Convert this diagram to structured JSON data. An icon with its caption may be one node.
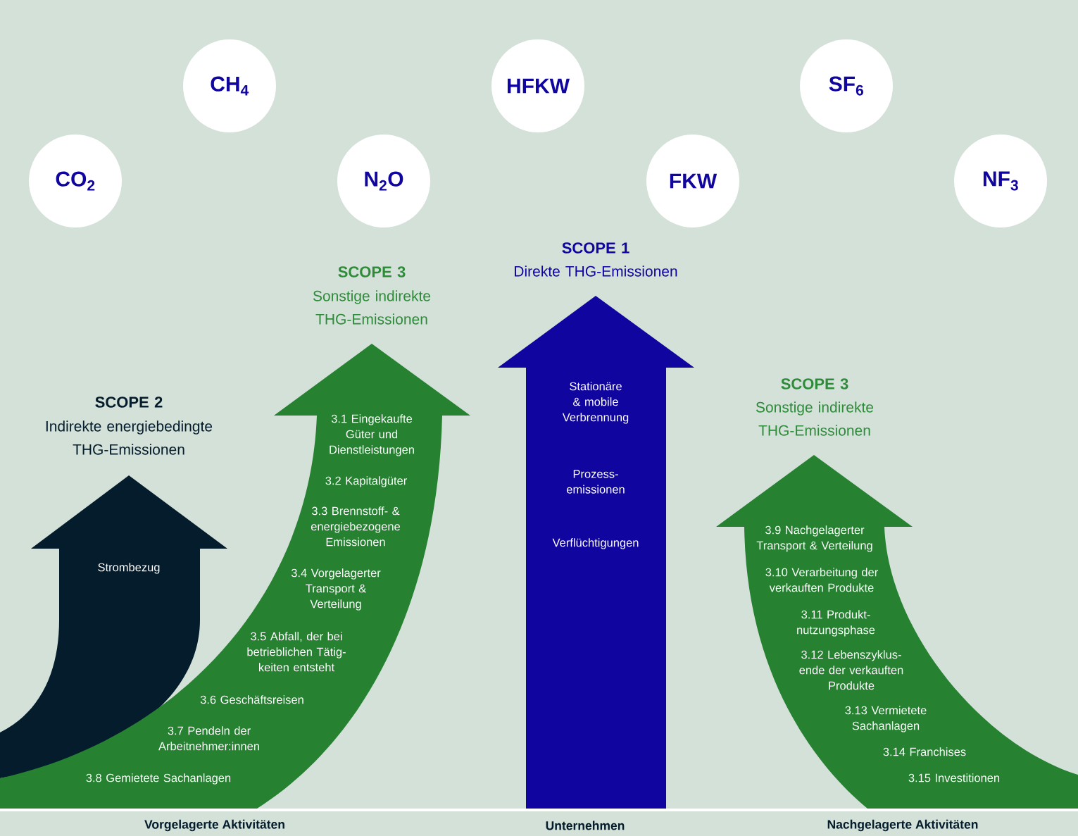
{
  "diagram": {
    "nodes": [
      {
        "text": [
          "CH$_{4}$"
        ]
      },
      {
        "text": [
          "HFKW"
        ]
      },
      {
        "text": [
          "SF$_{6}$"
        ]
      },
      {
        "text": [
          "CO$_{2}$"
        ]
      },
      {
        "text": [
          "N$_{2}$O"
        ]
      },
      {
        "text": [
          "FKW"
        ]
      },
      {
        "text": [
          "NF$_{3}$"
        ]
      },
      {
        "text": [
          "SCOPE 2",
          "Indirekte energiebedingte THG-Emissionen",
          "Strombezug"
        ]
      },
      {
        "text": [
          "SCOPE 3",
          "Sonstige indirekte THG-Emissionen",
          "3.1 Eingekaufte Güter und Dienstleistungen",
          "3.2 Kapitalgüter",
          "3.3 Brennstoff- & energiebezogene Emissionen",
          "3.4 Vorgelagerter Transport & Verteilung",
          "3.5 Abfall, der bei betrieblichen Tätig- keiten entsteht",
          "3.6 Geschäftsreisen",
          "3.7 Pendeln der Arbeitnehmer:innen",
          "3.8 Gemietete Sachanlagen"
        ]
      },
      {
        "text": [
          "SCOPE 1",
          "Direkte THG-Emissionen",
          "Stationäre & mobile Verbrennung",
          "Prozess- emissionen",
          "Verflüchtigungen"
        ]
      },
      {
        "text": [
          "SCOPE 3",
          "Sonstige indirekte THG-Emissionen",
          "3.9 Nachgelagerter Transport & Verteilung",
          "3.10 Verarbeitung der verkauften Produkte",
          "3.11 Produkt- nutzungsphase",
          "3.12 Lebenszyklus- ende der verkauften Produkte",
          "3.13 Vermietete Sachanlagen",
          "3.14 Franchises",
          "3.15 Investitionen"
        ]
      },
      {
        "text": [
          "Vorgelagerte Aktivitäten"
        ]
      },
      {
        "text": [
          "Unternehmen"
        ]
      },
      {
        "text": [
          "Nachgelagerte Aktivitäten"
        ]
      }
    ]
  }
}
